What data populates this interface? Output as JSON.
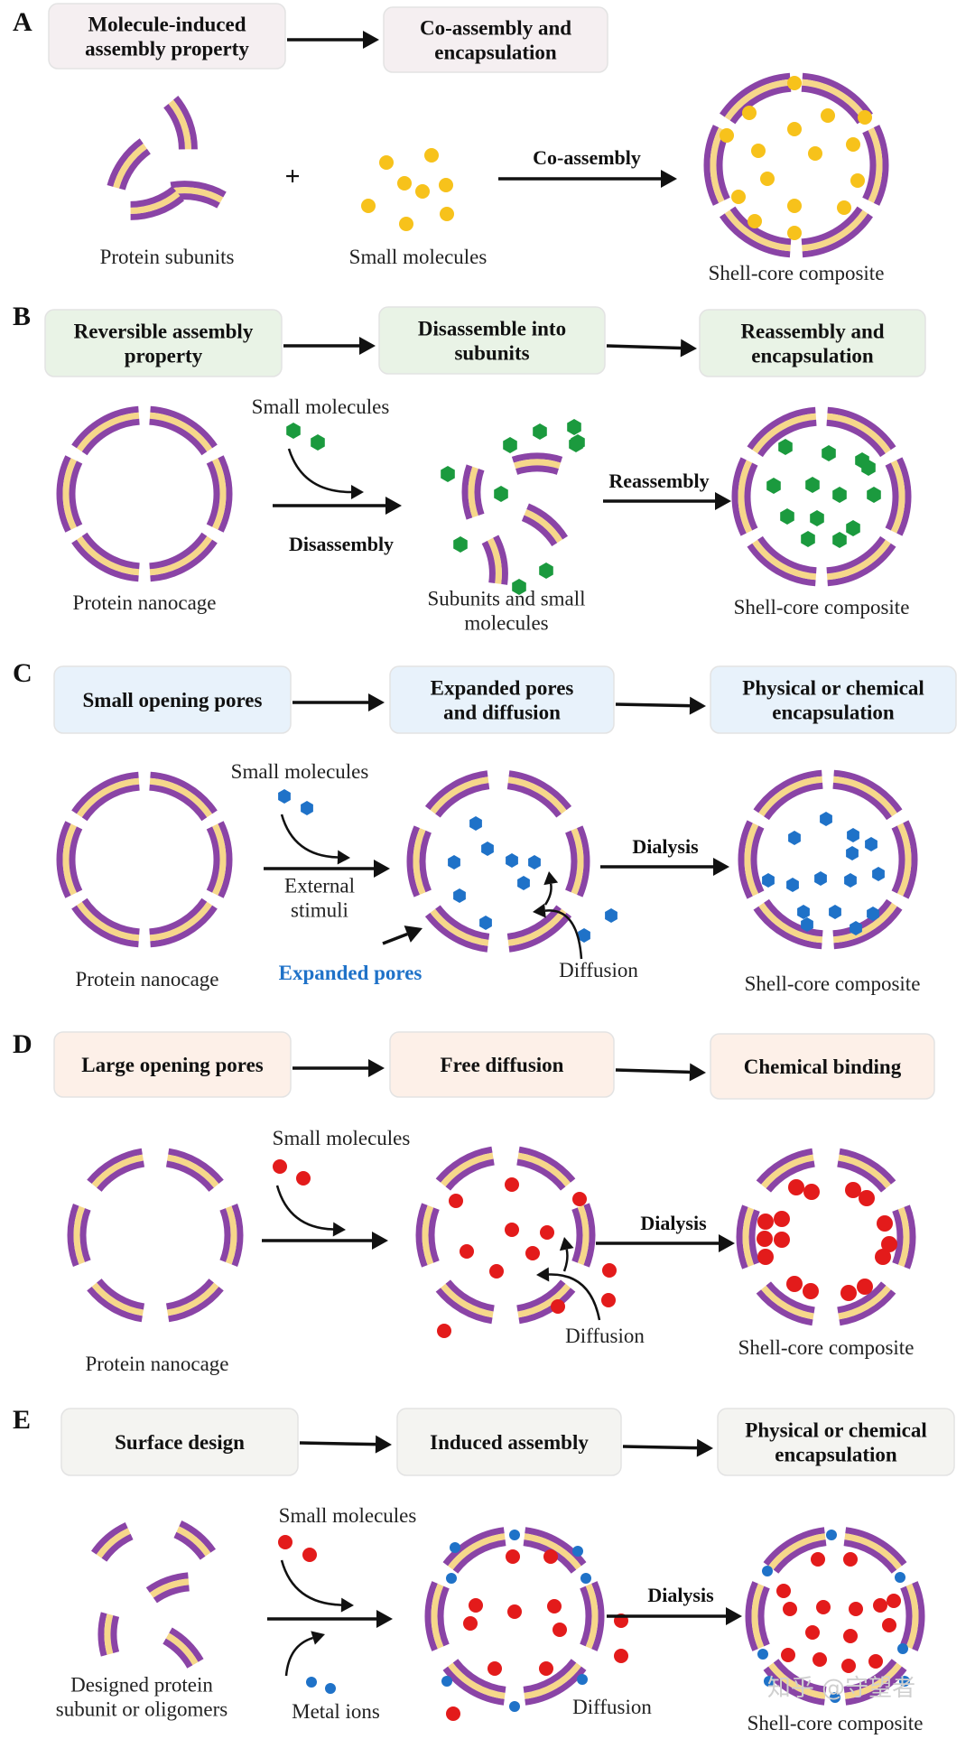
{
  "sections": {
    "A": {
      "label": "A",
      "boxes": [
        "Molecule-induced\nassembly property",
        "Co-assembly and\nencapsulation"
      ],
      "box_color": "#f5eff1",
      "left_label": "Protein subunits",
      "plus": "+",
      "molecules_label": "Small molecules",
      "arrow_label": "Co-assembly",
      "result_label": "Shell-core composite"
    },
    "B": {
      "label": "B",
      "boxes": [
        "Reversible assembly\nproperty",
        "Disassemble into\nsubunits",
        "Reassembly and\nencapsulation"
      ],
      "box_color": "#e9f3e6",
      "molecules_label": "Small molecules",
      "cage_label": "Protein nanocage",
      "arrow1_label": "Disassembly",
      "middle_label": "Subunits and small\nmolecules",
      "arrow2_label": "Reassembly",
      "result_label": "Shell-core composite"
    },
    "C": {
      "label": "C",
      "boxes": [
        "Small opening pores",
        "Expanded pores\nand diffusion",
        "Physical or chemical\nencapsulation"
      ],
      "box_color": "#e8f2fb",
      "molecules_label": "Small molecules",
      "stimuli_label": "External\nstimuli",
      "cage_label": "Protein nanocage",
      "pores_label": "Expanded pores",
      "diffusion_label": "Diffusion",
      "dialysis_label": "Dialysis",
      "result_label": "Shell-core composite"
    },
    "D": {
      "label": "D",
      "boxes": [
        "Large opening pores",
        "Free diffusion",
        "Chemical binding"
      ],
      "box_color": "#fdf0e8",
      "molecules_label": "Small molecules",
      "cage_label": "Protein nanocage",
      "diffusion_label": "Diffusion",
      "dialysis_label": "Dialysis",
      "result_label": "Shell-core composite"
    },
    "E": {
      "label": "E",
      "boxes": [
        "Surface design",
        "Induced assembly",
        "Physical or chemical\nencapsulation"
      ],
      "box_color": "#f4f4f1",
      "molecules_label": "Small molecules",
      "ions_label": "Metal ions",
      "left_label": "Designed protein\nsubunit or oligomers",
      "diffusion_label": "Diffusion",
      "dialysis_label": "Dialysis",
      "result_label": "Shell-core composite"
    }
  },
  "watermark": "知乎 @守望者",
  "colors": {
    "shell_purple": "#8a44a6",
    "shell_yellow": "#f6d78a",
    "mol_yellow": "#f7c21b",
    "mol_green": "#1b9a3e",
    "mol_blue": "#1f72c8",
    "mol_red": "#e31b1b",
    "arrow": "#111111"
  }
}
